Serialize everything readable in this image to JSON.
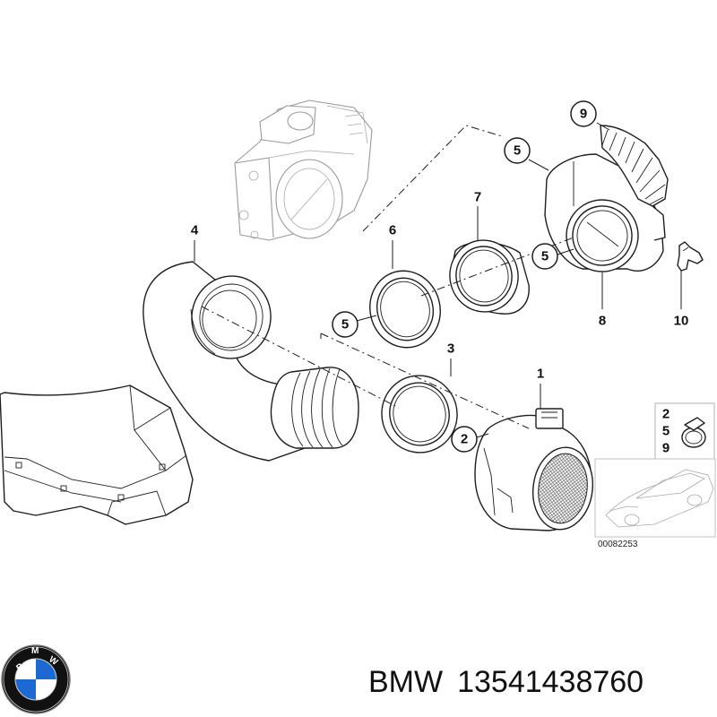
{
  "diagram": {
    "callouts_plain": [
      "4",
      "6",
      "7",
      "3",
      "1",
      "8",
      "10"
    ],
    "callouts_circled": [
      "9",
      "5",
      "5",
      "5",
      "2"
    ],
    "parts_box_numbers": [
      "2",
      "5",
      "9"
    ],
    "reference_code": "00082253"
  },
  "footer": {
    "brand": "BMW",
    "part_number": "13541438760"
  },
  "logo": {
    "letters": "BMW",
    "colors": {
      "blue": "#1c69d4",
      "white": "#ffffff",
      "black": "#111111"
    }
  }
}
